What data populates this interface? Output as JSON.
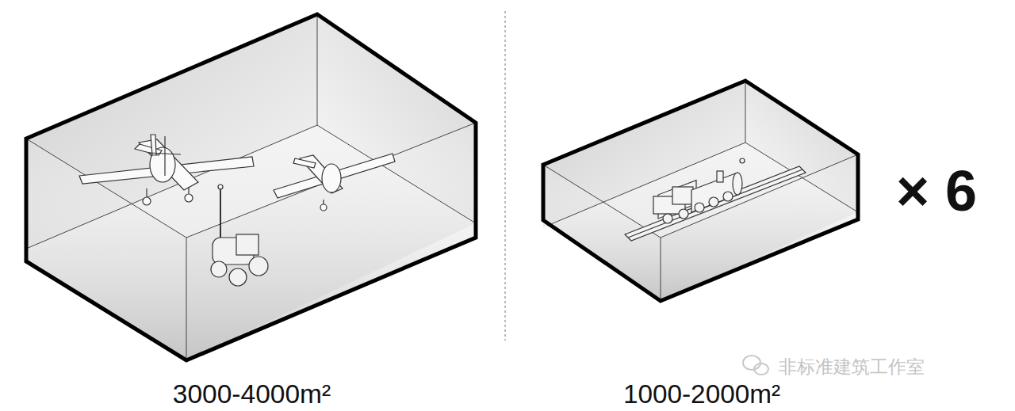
{
  "diagram": {
    "nodes": [
      {
        "text": [
          "3000-4000m²"
        ]
      },
      {
        "text": [
          "1000-2000m²"
        ]
      }
    ],
    "labels": [
      "× 6",
      "非标准建筑工作室"
    ]
  }
}
